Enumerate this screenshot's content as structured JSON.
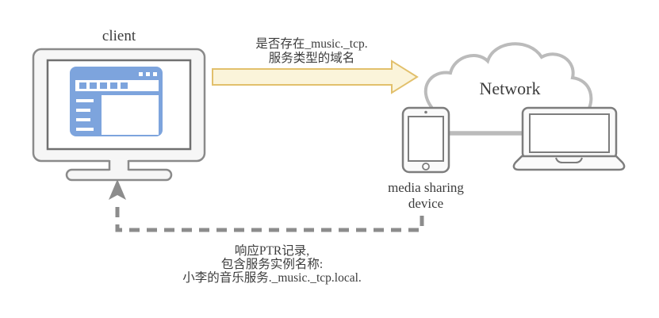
{
  "diagram": {
    "client": {
      "label": "client"
    },
    "network": {
      "label": "Network"
    },
    "media_device": {
      "label_line1": "media sharing",
      "label_line2": "device"
    },
    "query_arrow": {
      "line1": "是否存在_music._tcp.",
      "line2": "服务类型的域名"
    },
    "response_arrow": {
      "line1": "响应PTR记录,",
      "line2": "包含服务实例名称:",
      "line3": "小李的音乐服务._music._tcp.local."
    }
  },
  "icons": {
    "client_monitor": "monitor-with-browser-window",
    "network_cloud": "cloud-outline",
    "media_tablet": "tablet",
    "network_laptop": "laptop"
  },
  "colors": {
    "browser_blue": "#7da4dd",
    "query_arrow_fill": "#fbf4da",
    "query_arrow_stroke": "#e2c06c",
    "device_stroke": "#7d7d7d",
    "monitor_stroke": "#8a8a8a",
    "device_fill": "#f6f6f6",
    "cloud_gray": "#bbbbbb",
    "dashed_gray": "#8c8c8c",
    "text": "#3c3c3c",
    "background": "#ffffff"
  }
}
